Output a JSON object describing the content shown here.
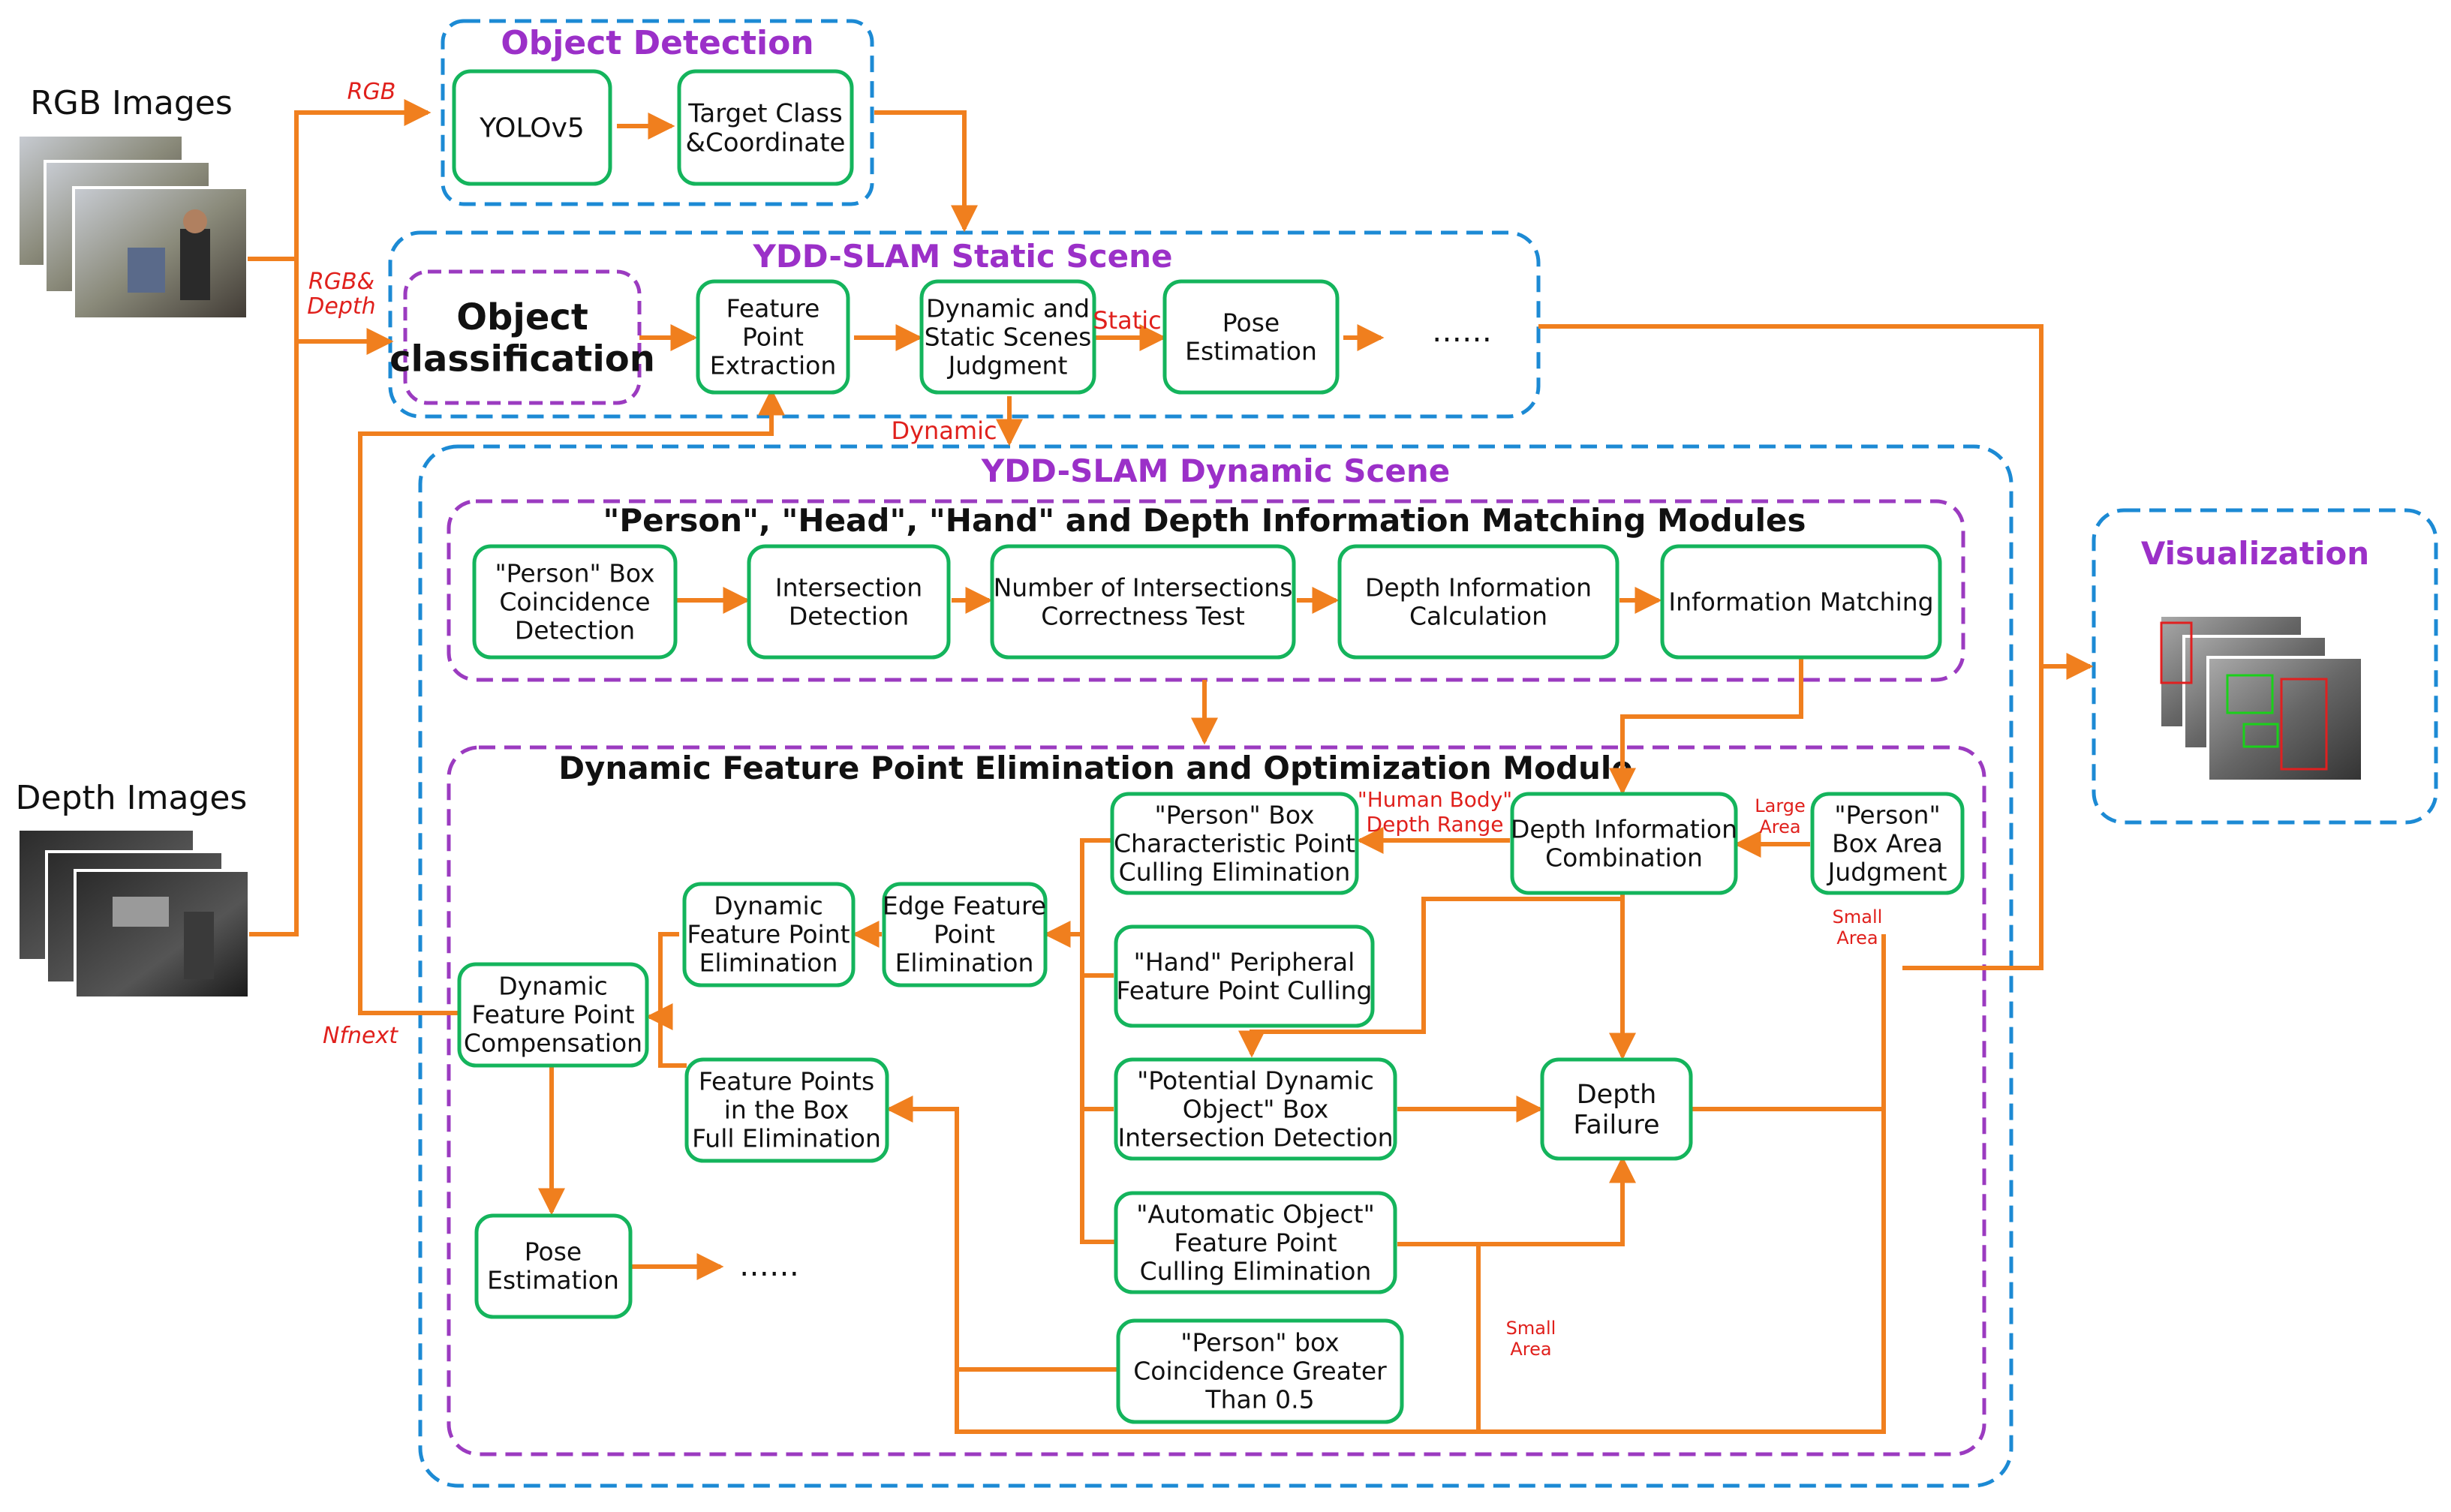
{
  "inputs": {
    "rgb_title": "RGB Images",
    "depth_title": "Depth Images"
  },
  "edge_labels": {
    "rgb": "RGB",
    "rgbd": [
      "RGB&",
      "Depth"
    ],
    "static": "Static",
    "dynamic": "Dynamic",
    "nfnext": "Nfnext",
    "large_area": [
      "Large",
      "Area"
    ],
    "small_area_right": [
      "Small",
      "Area"
    ],
    "small_area_bottom": [
      "Small",
      "Area"
    ],
    "human_body": [
      "\"Human Body\"",
      "Depth Range"
    ]
  },
  "sections": {
    "object_detection": "Object Detection",
    "static_scene": "YDD-SLAM Static Scene",
    "dynamic_scene": "YDD-SLAM Dynamic Scene",
    "matching_modules": "\"Person\", \"Head\", \"Hand\" and Depth Information Matching Modules",
    "elimination_module": "Dynamic Feature Point Elimination and Optimization Module",
    "visualization": "Visualization"
  },
  "nodes": {
    "yolov5": [
      "YOLOv5"
    ],
    "target_class": [
      "Target Class",
      "&Coordinate"
    ],
    "object_classification": [
      "Object",
      "classification"
    ],
    "feature_point_extraction": [
      "Feature",
      "Point",
      "Extraction"
    ],
    "dynamic_static_judgment": [
      "Dynamic and",
      "Static Scenes",
      "Judgment"
    ],
    "pose_estimation_static": [
      "Pose",
      "Estimation"
    ],
    "person_box_coincidence": [
      "\"Person\"  Box",
      "Coincidence",
      "Detection"
    ],
    "intersection_detection": [
      "Intersection",
      "Detection"
    ],
    "intersections_test": [
      "Number of Intersections",
      "Correctness Test"
    ],
    "depth_info_calc": [
      "Depth Information",
      "Calculation"
    ],
    "info_matching": [
      "Information Matching"
    ],
    "person_box_area": [
      "\"Person\"",
      "Box Area",
      "Judgment"
    ],
    "depth_info_combination": [
      "Depth Information",
      "Combination"
    ],
    "person_box_culling": [
      "\"Person\" Box",
      "Characteristic Point",
      "Culling Elimination"
    ],
    "edge_feature_elim": [
      "Edge Feature",
      "Point",
      "Elimination"
    ],
    "dynamic_fp_elim": [
      "Dynamic",
      "Feature Point",
      "Elimination"
    ],
    "dynamic_fp_comp": [
      "Dynamic",
      "Feature Point",
      "Compensation"
    ],
    "hand_culling": [
      "\"Hand\" Peripheral",
      "Feature Point Culling"
    ],
    "potential_dynamic": [
      "\"Potential Dynamic",
      "Object\" Box",
      "Intersection Detection"
    ],
    "depth_failure": [
      "Depth",
      "Failure"
    ],
    "fp_box_full_elim": [
      "Feature Points",
      "in the Box",
      "Full Elimination"
    ],
    "automatic_object": [
      "\"Automatic Object\"",
      "Feature Point",
      "Culling Elimination"
    ],
    "pose_estimation_dynamic": [
      "Pose",
      "Estimation"
    ],
    "person_box_greater": [
      "\"Person\" box",
      "Coincidence Greater",
      "Than 0.5"
    ]
  },
  "ellipsis": {
    "static": "……",
    "dynamic": "……"
  },
  "colors": {
    "arrow": "#F07F1E",
    "node_border": "#14B45C",
    "section_blue": "#1C8AD4",
    "section_purple": "#9B3BC0",
    "edge_label_red": "#E0201C",
    "title_purple": "#9B30C8"
  }
}
